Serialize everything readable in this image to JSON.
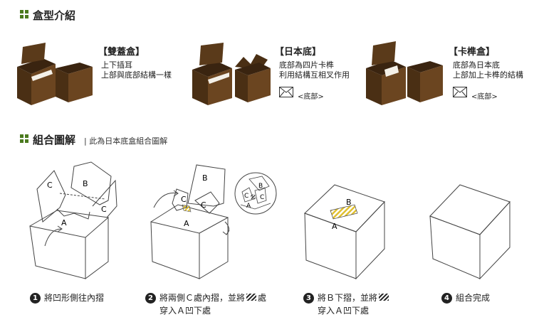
{
  "section_intro": {
    "title": "盒型介紹"
  },
  "box_types": [
    {
      "name": "【雙蓋盒】",
      "desc": [
        "上下插耳",
        "上部與底部結構一樣"
      ],
      "diagram_label": ""
    },
    {
      "name": "【日本底】",
      "desc": [
        "底部為四片卡榫",
        "利用結構互相叉作用"
      ],
      "diagram_label": "<底部>"
    },
    {
      "name": "【卡榫盒】",
      "desc": [
        "底部為日本底",
        "上部加上卡榫的結構"
      ],
      "diagram_label": "<底部>"
    }
  ],
  "section_assembly": {
    "title": "組合圖解",
    "subtitle": "| 此為日本底盒組合圖解"
  },
  "diagram_letters": {
    "step1": [
      "C",
      "B",
      "C",
      "A"
    ],
    "step2": [
      "B",
      "C",
      "C",
      "A"
    ],
    "detail": [
      "B",
      "C",
      "C",
      "A"
    ],
    "step3": [
      "B",
      "A"
    ]
  },
  "steps": [
    {
      "num": "1",
      "lines": [
        "將凹形側往內摺"
      ]
    },
    {
      "num": "2",
      "lines": [
        "將兩側Ｃ處內摺，並將",
        "穿入Ａ凹下處"
      ],
      "suffix": "處"
    },
    {
      "num": "3",
      "lines": [
        "將Ｂ下摺，並將",
        "穿入Ａ凹下處"
      ]
    },
    {
      "num": "4",
      "lines": [
        "組合完成"
      ]
    }
  ],
  "colors": {
    "box_brown": "#5a3a1a",
    "accent_green": "#4b7a1e",
    "hatch_yellow": "#e0c030"
  }
}
